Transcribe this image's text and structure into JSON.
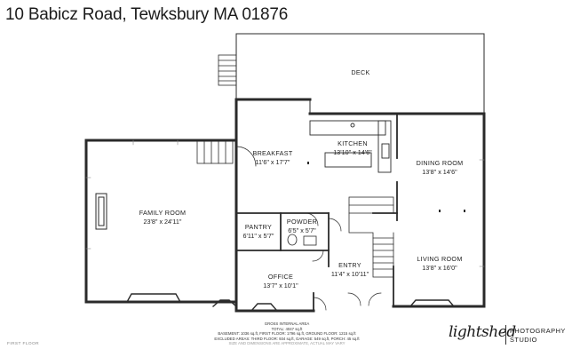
{
  "address": "10 Babicz Road, Tewksbury MA 01876",
  "rooms": {
    "deck": {
      "name": "DECK"
    },
    "breakfast": {
      "name": "BREAKFAST",
      "dims": "11'6\" x 17'7\""
    },
    "kitchen": {
      "name": "KITCHEN",
      "dims": "13'10\" x 14'6\""
    },
    "dining": {
      "name": "DINING ROOM",
      "dims": "13'8\" x 14'6\""
    },
    "family": {
      "name": "FAMILY ROOM",
      "dims": "23'8\" x 24'11\""
    },
    "pantry": {
      "name": "PANTRY",
      "dims": "6'11\" x 5'7\""
    },
    "powder": {
      "name": "POWDER",
      "dims": "6'5\" x 5'7\""
    },
    "office": {
      "name": "OFFICE",
      "dims": "13'7\" x 10'1\""
    },
    "entry": {
      "name": "ENTRY",
      "dims": "11'4\" x 10'11\""
    },
    "living": {
      "name": "LIVING ROOM",
      "dims": "13'8\" x 16'0\""
    }
  },
  "stats": {
    "line1": "GROSS INTERNAL AREA",
    "line2": "TOTAL: 4047 sq.ft",
    "line3": "BASEMENT: 1036 sq.ft, FIRST FLOOR: 1796 sq.ft, GROUND FLOOR: 1215 sq.ft",
    "line4": "EXCLUDED AREAS: THIRD FLOOR: 934 sq.ft, GARAGE: 549 sq.ft, PORCH: 45 sq.ft",
    "line5": "SIZE AND DIMENSIONS ARE APPROXIMATE, ACTUAL MAY VARY"
  },
  "floor_label": "FIRST FLOOR",
  "logo": {
    "mark": "lightshed",
    "line1": "PHOTOGRAPHY",
    "line2": "STUDIO"
  }
}
